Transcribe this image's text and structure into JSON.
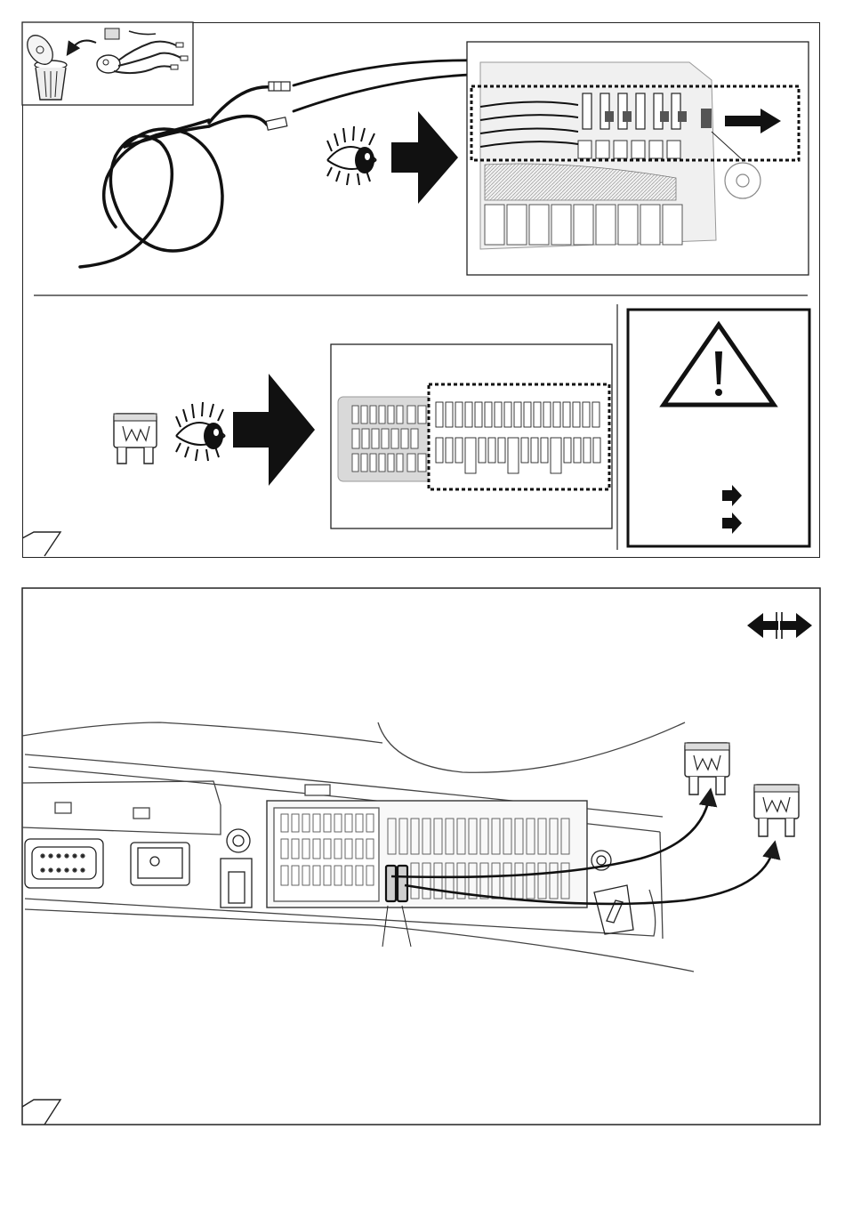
{
  "document": {
    "panels": [
      {
        "id": "step-1",
        "insets": [
          "tow-socket-kit",
          "fuse-box-connector-area"
        ],
        "divider": true
      },
      {
        "id": "step-2",
        "insets": [
          "fuse-panel-diagram",
          "warning-box"
        ]
      },
      {
        "id": "step-3",
        "insets": [
          "dashboard-fuse-box-view"
        ],
        "fuses_added": 2
      }
    ],
    "icons": [
      "trash-bin-icon",
      "eye-icon",
      "arrow-right-icon",
      "warning-triangle-icon",
      "double-arrow-icon",
      "horizontal-double-arrow-icon",
      "mini-fuse-icon",
      "wire-harness"
    ],
    "colors": {
      "line": "#1a1a1a",
      "fill_gray": "#d9d9d9",
      "fill_dark": "#555555",
      "paper": "#ffffff"
    }
  }
}
